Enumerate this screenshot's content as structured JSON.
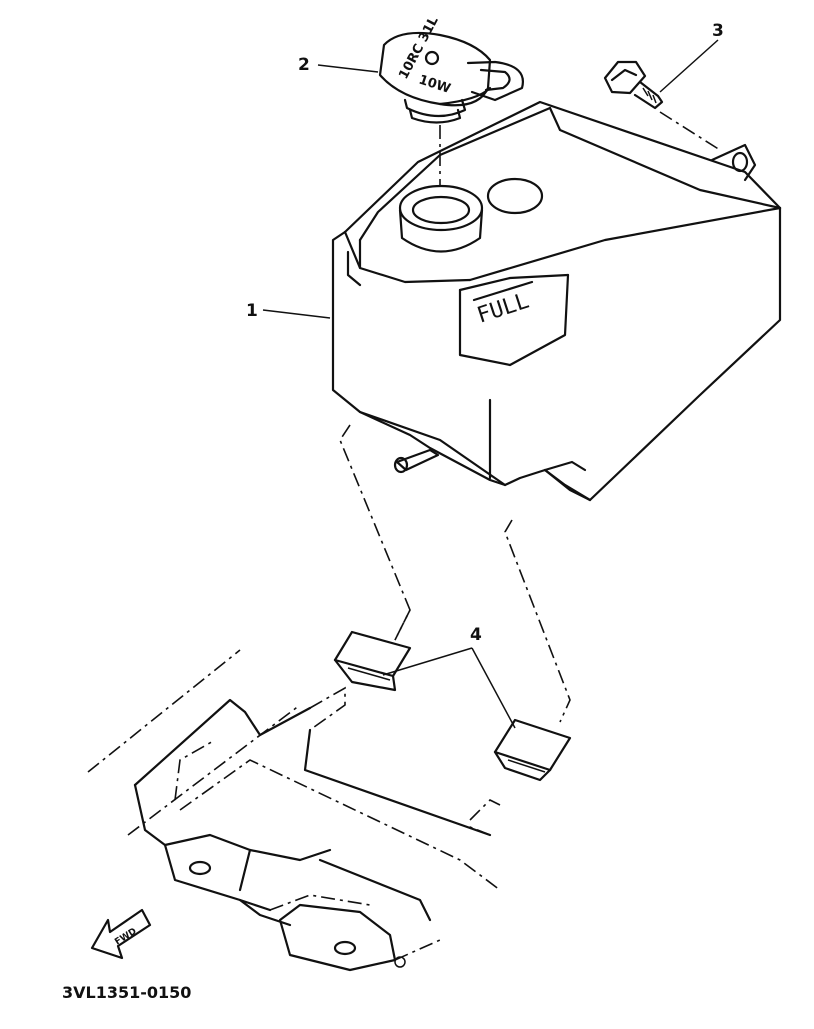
{
  "callouts": {
    "tank": "1",
    "cap": "2",
    "bolt": "3",
    "damper": "4"
  },
  "tank_marking": "FULL",
  "cap_marking": {
    "grade": "10W",
    "oil": "10RC 31L"
  },
  "fwd_arrow": "FWD",
  "drawing_code": "3VL1351-0150"
}
